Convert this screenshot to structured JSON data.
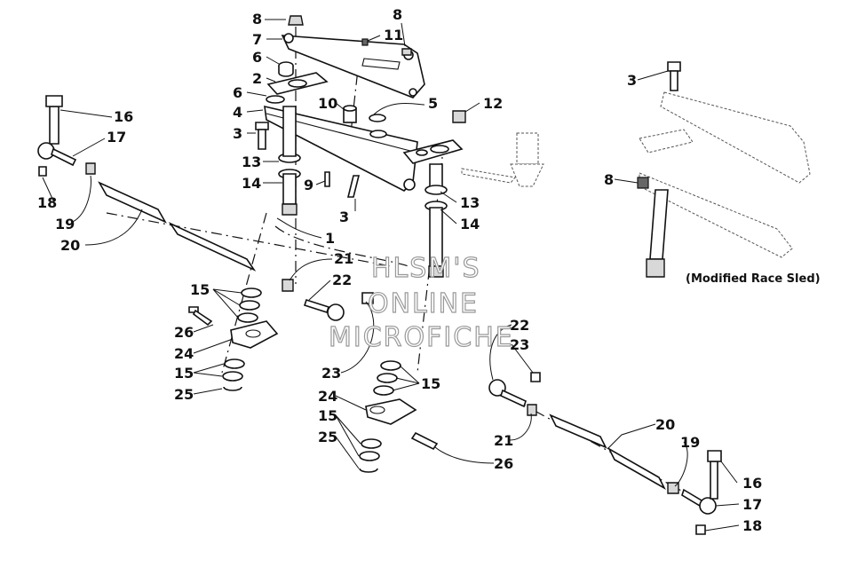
{
  "watermark": {
    "line1": "HLSM'S",
    "line2": "ONLINE",
    "line3": "MICROFICHE"
  },
  "inset": {
    "caption": "(Modified Race Sled)"
  },
  "callouts": [
    {
      "id": "c8a",
      "label": "8"
    },
    {
      "id": "c7",
      "label": "7"
    },
    {
      "id": "c6a",
      "label": "6"
    },
    {
      "id": "c2",
      "label": "2"
    },
    {
      "id": "c6b",
      "label": "6"
    },
    {
      "id": "c4",
      "label": "4"
    },
    {
      "id": "c3a",
      "label": "3"
    },
    {
      "id": "c13a",
      "label": "13"
    },
    {
      "id": "c14a",
      "label": "14"
    },
    {
      "id": "c8b",
      "label": "8"
    },
    {
      "id": "c11",
      "label": "11"
    },
    {
      "id": "c10",
      "label": "10"
    },
    {
      "id": "c5",
      "label": "5"
    },
    {
      "id": "c12",
      "label": "12"
    },
    {
      "id": "c9",
      "label": "9"
    },
    {
      "id": "c3b",
      "label": "3"
    },
    {
      "id": "c13b",
      "label": "13"
    },
    {
      "id": "c14b",
      "label": "14"
    },
    {
      "id": "c1",
      "label": "1"
    },
    {
      "id": "c16a",
      "label": "16"
    },
    {
      "id": "c17a",
      "label": "17"
    },
    {
      "id": "c18a",
      "label": "18"
    },
    {
      "id": "c19a",
      "label": "19"
    },
    {
      "id": "c20a",
      "label": "20"
    },
    {
      "id": "c21a",
      "label": "21"
    },
    {
      "id": "c22a",
      "label": "22"
    },
    {
      "id": "c15a",
      "label": "15"
    },
    {
      "id": "c26a",
      "label": "26"
    },
    {
      "id": "c24a",
      "label": "24"
    },
    {
      "id": "c15b",
      "label": "15"
    },
    {
      "id": "c25a",
      "label": "25"
    },
    {
      "id": "c23a",
      "label": "23"
    },
    {
      "id": "c15c",
      "label": "15"
    },
    {
      "id": "c24b",
      "label": "24"
    },
    {
      "id": "c15d",
      "label": "15"
    },
    {
      "id": "c25b",
      "label": "25"
    },
    {
      "id": "c22b",
      "label": "22"
    },
    {
      "id": "c23b",
      "label": "23"
    },
    {
      "id": "c21b",
      "label": "21"
    },
    {
      "id": "c26b",
      "label": "26"
    },
    {
      "id": "c20b",
      "label": "20"
    },
    {
      "id": "c19b",
      "label": "19"
    },
    {
      "id": "c16b",
      "label": "16"
    },
    {
      "id": "c17b",
      "label": "17"
    },
    {
      "id": "c18b",
      "label": "18"
    },
    {
      "id": "c3c",
      "label": "3"
    },
    {
      "id": "c8c",
      "label": "8"
    }
  ]
}
